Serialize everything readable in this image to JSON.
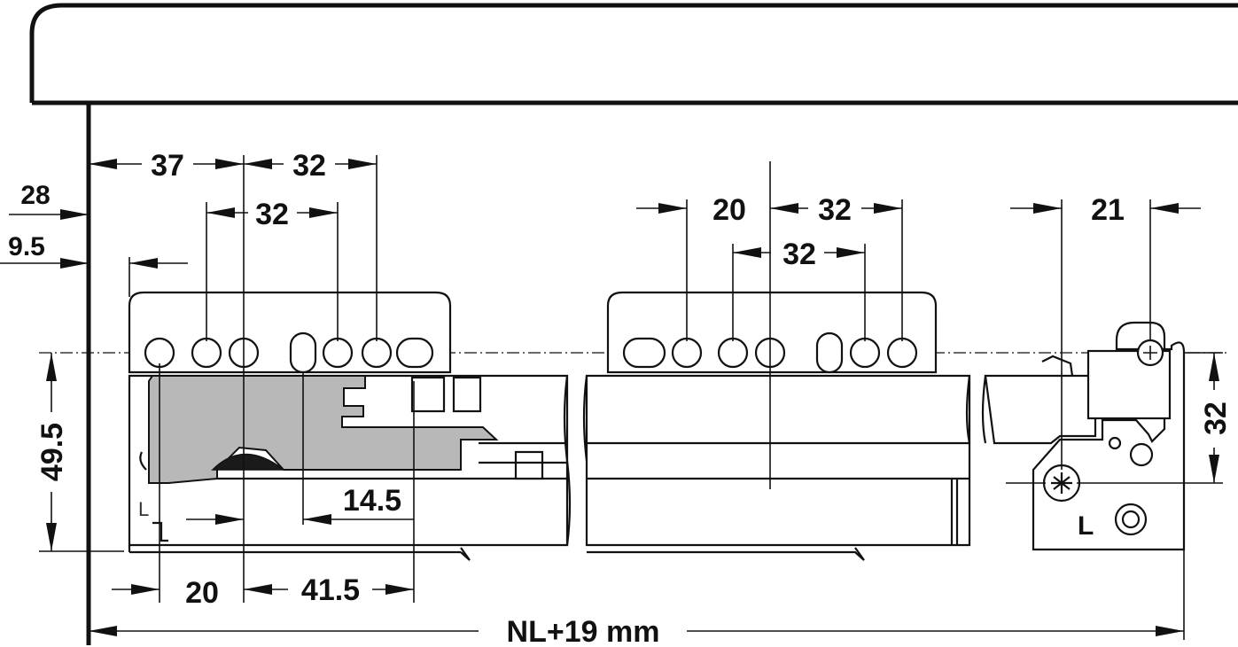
{
  "colors": {
    "line": "#111111",
    "background": "#ffffff",
    "bracket_fill": "#b8b8b8",
    "dark_detail": "#1a1a1a"
  },
  "dimensions": {
    "front_37": "37",
    "front_32_top": "32",
    "front_32_inner": "32",
    "top_28": "28",
    "top_9_5": "9.5",
    "height_49_5": "49.5",
    "offset_14_5": "14.5",
    "bottom_20": "20",
    "bottom_41_5": "41.5",
    "mid_20": "20",
    "mid_32_top": "32",
    "mid_32_inner": "32",
    "rear_21": "21",
    "rear_32_vertical": "32",
    "overall_length": "NL+19 mm"
  },
  "labels": {
    "rear_side_letter": "L",
    "front_side_letter": "L"
  }
}
